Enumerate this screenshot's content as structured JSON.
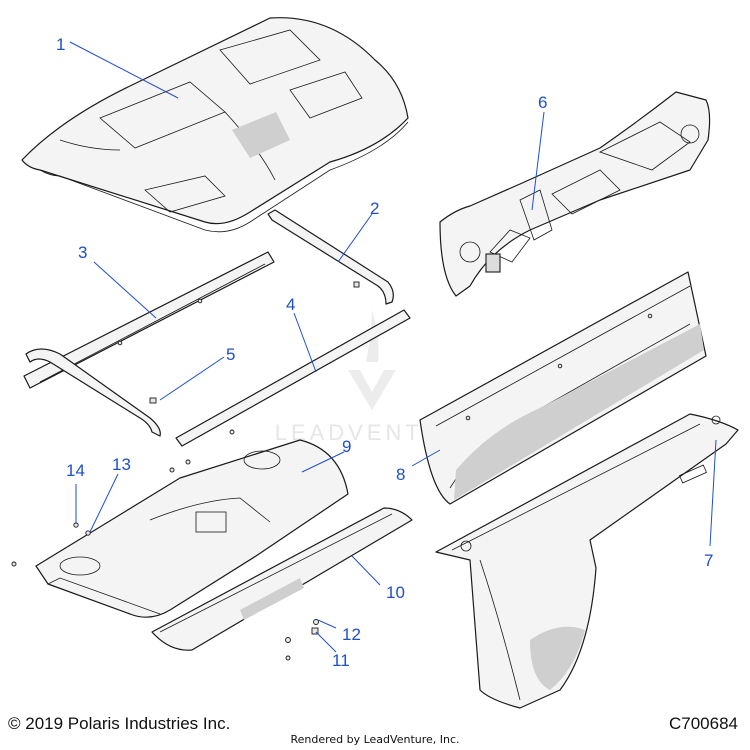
{
  "callouts": [
    {
      "id": "1",
      "label": "1"
    },
    {
      "id": "2",
      "label": "2"
    },
    {
      "id": "3",
      "label": "3"
    },
    {
      "id": "4",
      "label": "4"
    },
    {
      "id": "5",
      "label": "5"
    },
    {
      "id": "6",
      "label": "6"
    },
    {
      "id": "7",
      "label": "7"
    },
    {
      "id": "8",
      "label": "8"
    },
    {
      "id": "9",
      "label": "9"
    },
    {
      "id": "10",
      "label": "10"
    },
    {
      "id": "11",
      "label": "11"
    },
    {
      "id": "12",
      "label": "12"
    },
    {
      "id": "13",
      "label": "13"
    },
    {
      "id": "14",
      "label": "14"
    }
  ],
  "watermark": "LEADVENTURE",
  "footer": {
    "copyright": "© 2019 Polaris Industries Inc.",
    "part_code": "C700684",
    "rendered_by": "Rendered by LeadVenture, Inc."
  },
  "colors": {
    "callout": "#1f4fc9",
    "line": "#1a1a1a",
    "fill": "#f4f4f4",
    "watermark": "#e6e6e6"
  }
}
